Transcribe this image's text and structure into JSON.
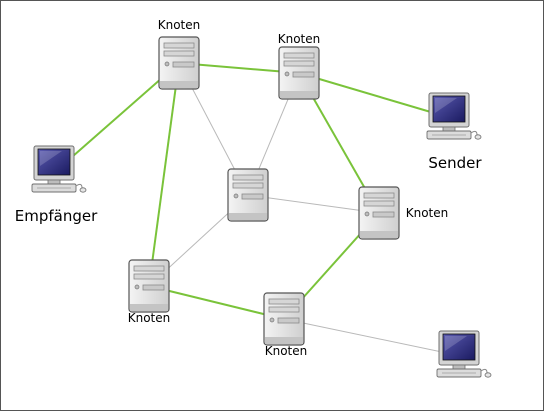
{
  "diagram": {
    "colors": {
      "path_link": "#7ac33a",
      "other_link": "#b9b9b9",
      "server_body": "#e8e8e8",
      "server_outline": "#555555",
      "screen": "#2a2a7a",
      "frame": "#9a9a9a"
    },
    "nodes": [
      {
        "id": "n1",
        "kind": "server",
        "label": "Knoten"
      },
      {
        "id": "n2",
        "kind": "server",
        "label": "Knoten"
      },
      {
        "id": "n3",
        "kind": "server",
        "label": ""
      },
      {
        "id": "n4",
        "kind": "server",
        "label": "Knoten"
      },
      {
        "id": "n5",
        "kind": "server",
        "label": "Knoten"
      },
      {
        "id": "n6",
        "kind": "server",
        "label": "Knoten"
      },
      {
        "id": "pc_recv",
        "kind": "computer",
        "label": "Empfänger"
      },
      {
        "id": "pc_send",
        "kind": "computer",
        "label": "Sender"
      },
      {
        "id": "pc_other",
        "kind": "computer",
        "label": ""
      }
    ],
    "links": [
      {
        "from": "pc_recv",
        "to": "n1",
        "style": "path"
      },
      {
        "from": "n1",
        "to": "n2",
        "style": "path"
      },
      {
        "from": "n2",
        "to": "pc_send",
        "style": "path"
      },
      {
        "from": "n2",
        "to": "n4",
        "style": "path"
      },
      {
        "from": "n4",
        "to": "n6",
        "style": "path"
      },
      {
        "from": "n6",
        "to": "n5",
        "style": "path"
      },
      {
        "from": "n5",
        "to": "n1",
        "style": "path"
      },
      {
        "from": "n1",
        "to": "n3",
        "style": "other"
      },
      {
        "from": "n2",
        "to": "n3",
        "style": "other"
      },
      {
        "from": "n3",
        "to": "n4",
        "style": "other"
      },
      {
        "from": "n3",
        "to": "n5",
        "style": "other"
      },
      {
        "from": "n6",
        "to": "pc_other",
        "style": "other"
      }
    ]
  }
}
